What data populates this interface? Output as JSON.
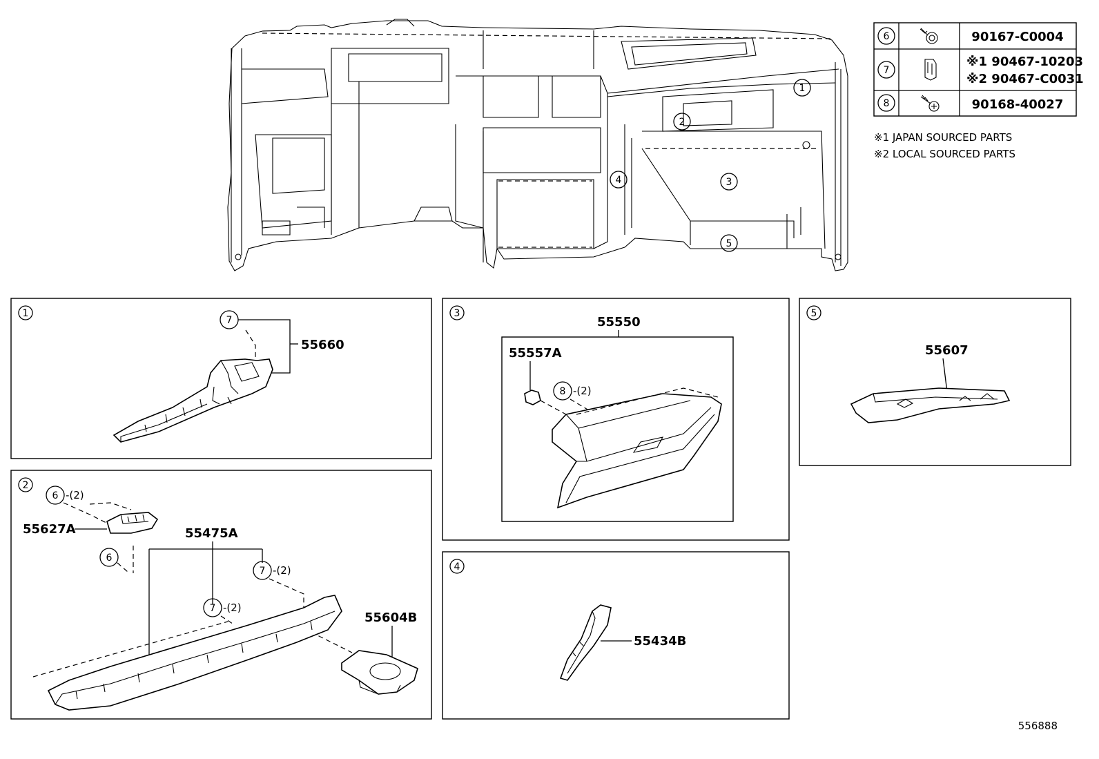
{
  "legend": {
    "rows": [
      {
        "ref": "6",
        "part": "90167-C0004"
      },
      {
        "ref": "7",
        "part_a": "※1 90467-10203",
        "part_b": "※2 90467-C0031"
      },
      {
        "ref": "8",
        "part": "90168-40027"
      }
    ],
    "notes": [
      "※1 JAPAN SOURCED PARTS",
      "※2 LOCAL SOURCED PARTS"
    ]
  },
  "overview": {
    "callouts": [
      "1",
      "2",
      "3",
      "4",
      "5"
    ]
  },
  "panels": {
    "p1": {
      "ref": "1",
      "parts": [
        "55660"
      ],
      "callouts": [
        "7"
      ]
    },
    "p2": {
      "ref": "2",
      "parts": [
        "55627A",
        "55475A",
        "55604B"
      ],
      "callouts": [
        "6",
        "6",
        "7",
        "7"
      ],
      "qty": "-(2)"
    },
    "p3": {
      "ref": "3",
      "parts": [
        "55550",
        "55557A"
      ],
      "callouts": [
        "8"
      ],
      "qty": "-(2)"
    },
    "p4": {
      "ref": "4",
      "parts": [
        "55434B"
      ]
    },
    "p5": {
      "ref": "5",
      "parts": [
        "55607"
      ]
    }
  },
  "drawing_number": "556888"
}
